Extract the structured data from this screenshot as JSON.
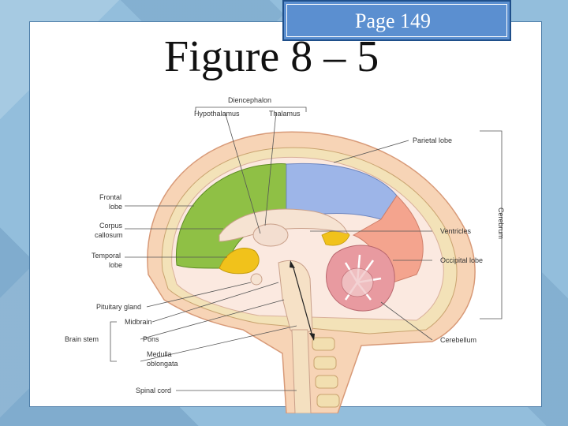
{
  "header": {
    "page_label": "Page 149",
    "title": "Figure 8 – 5"
  },
  "diagram": {
    "labels": {
      "diencephalon": "Diencephalon",
      "hypothalamus": "Hypothalamus",
      "thalamus": "Thalamus",
      "parietal_lobe": "Parietal lobe",
      "frontal_lobe_1": "Frontal",
      "frontal_lobe_2": "lobe",
      "corpus_callosum_1": "Corpus",
      "corpus_callosum_2": "callosum",
      "temporal_lobe_1": "Temporal",
      "temporal_lobe_2": "lobe",
      "ventricles": "Ventricles",
      "occipital_lobe": "Occipital lobe",
      "cerebrum": "Cerebrum",
      "pituitary_gland": "Pituitary gland",
      "midbrain": "Midbrain",
      "brain_stem": "Brain stem",
      "pons": "Pons",
      "medulla_1": "Medulla",
      "medulla_2": "oblongata",
      "cerebellum": "Cerebellum",
      "spinal_cord": "Spinal cord"
    },
    "colors": {
      "frontal": "#8fc045",
      "parietal": "#9db5e8",
      "occipital": "#f4a48e",
      "temporal": "#f1c21b",
      "cerebellum": "#e89aa0",
      "skin": "#f4cba8",
      "bone": "#f2dfb0"
    }
  }
}
